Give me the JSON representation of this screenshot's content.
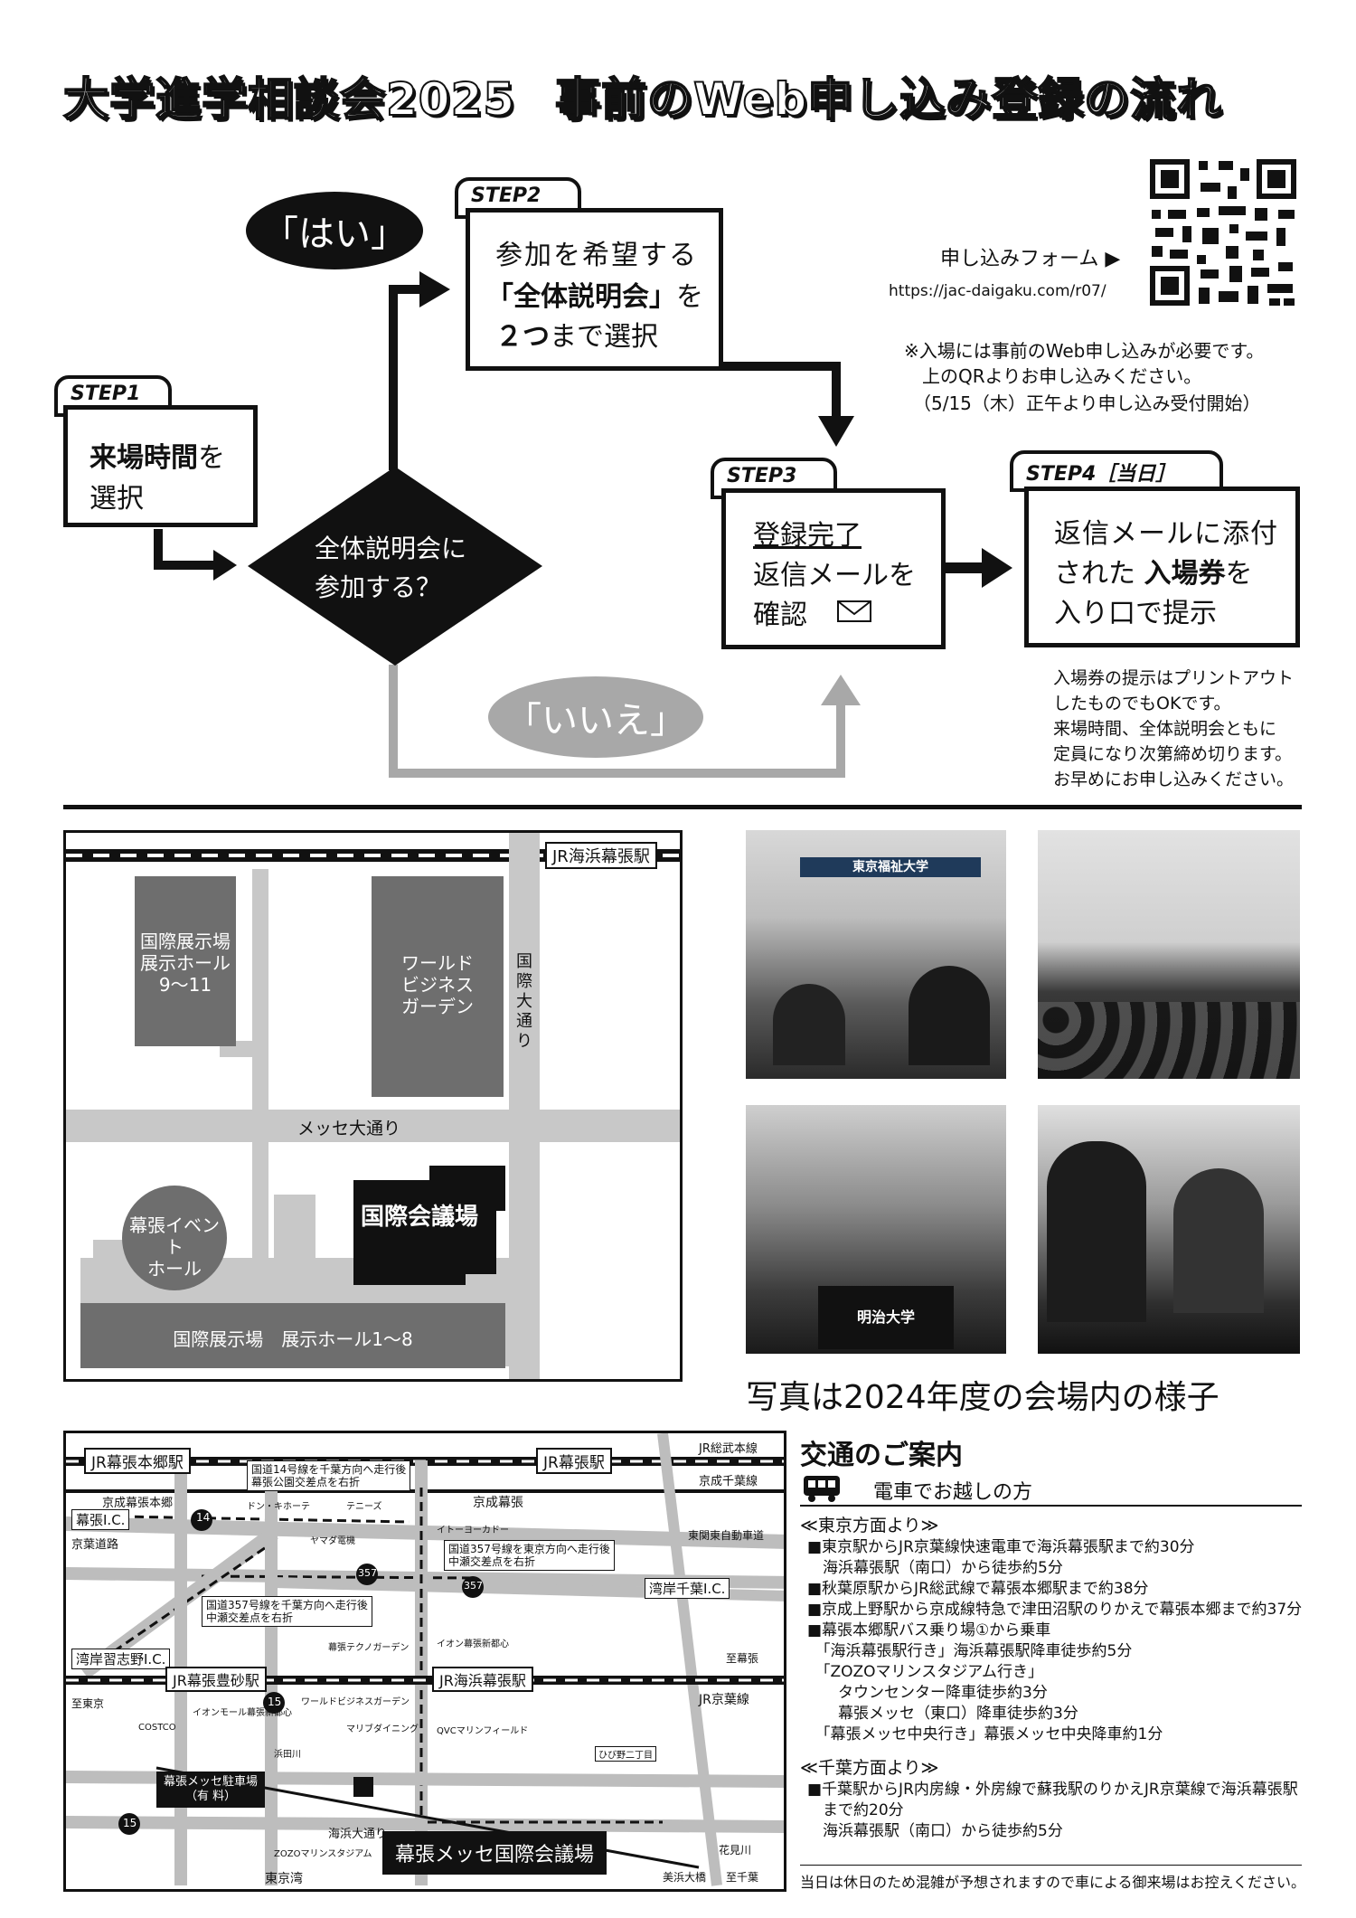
{
  "header": {
    "title_left": "大学進学相談会2025",
    "title_right": "事前のWeb申し込み登録の流れ"
  },
  "flow": {
    "step1": {
      "tab": "STEP1",
      "line1_bold": "来場時間",
      "line1_rest": "を",
      "line2": "選択"
    },
    "step2": {
      "tab": "STEP2",
      "line1": "参加を希望する",
      "line2_bold": "「全体説明会」",
      "line2_rest": "を",
      "line3_bold": "２つ",
      "line3_rest": "まで選択"
    },
    "step3": {
      "tab": "STEP3",
      "line1": "登録完了",
      "line2": "返信メールを",
      "line3": "確認"
    },
    "step4": {
      "tab": "STEP4［当日］",
      "line1": "返信メールに添付",
      "line2_a": "された",
      "line2_bold": "入場券",
      "line2_b": "を",
      "line3": "入り口で提示"
    },
    "decision": {
      "line1": "全体説明会に",
      "line2": "参加する？"
    },
    "yes": "「はい」",
    "no": "「いいえ」",
    "envelope_icon": "envelope-icon"
  },
  "form": {
    "label": "申し込みフォーム ▶",
    "url": "https://jac-daigaku.com/r07/",
    "note1": "※入場には事前のWeb申し込みが必要です。",
    "note2": "上のQRよりお申し込みください。",
    "note3": "（5/15（木）正午より申し込み受付開始）"
  },
  "ticket_note": {
    "line1": "入場券の提示はプリントアウト",
    "line2": "したものでもOKです。",
    "line3": "来場時間、全体説明会ともに",
    "line4": "定員になり次第締め切ります。",
    "line5": "お早めにお申し込みください。"
  },
  "venue_map": {
    "station": "JR海浜幕張駅",
    "hall_9_11": [
      "国際展示場",
      "展示ホール",
      "9〜11"
    ],
    "wbg": [
      "ワールド",
      "ビジネス",
      "ガーデン"
    ],
    "kokusai_road": "国際大通り",
    "messe_road": "メッセ大通り",
    "event_hall": [
      "幕張イベント",
      "ホール"
    ],
    "conference": "国際会議場",
    "hall_1_8": "国際展示場　展示ホール1〜8"
  },
  "photos": {
    "caption": "写真は2024年度の会場内の様子",
    "p1_sign": "東京福祉大学",
    "p4_logo": "明治大学"
  },
  "area_map": {
    "jr_makuhari_hongo": "JR幕張本郷駅",
    "jr_makuhari": "JR幕張駅",
    "jr_sobu": "JR総武本線",
    "keisei_chiba": "京成千葉線",
    "keisei_makuhari_hongo": "京成幕張本郷",
    "keisei_makuhari": "京成幕張",
    "r14_note": [
      "国道14号線を千葉方向へ走行後",
      "幕張公園交差点を右折"
    ],
    "r357_note1": [
      "国道357号線を東京方向へ走行後",
      "中瀬交差点を右折"
    ],
    "r357_note2": [
      "国道357号線を千葉方向へ走行後",
      "中瀬交差点を右折"
    ],
    "makuhari_ic": "幕張I.C.",
    "keiyo_road": "京葉道路",
    "higashikanto": "東関東自動車道",
    "anagawa_ic": "湾岸千葉I.C.",
    "wangan_ic": "湾岸習志野I.C.",
    "jr_shinmakuhari": "JR幕張豊砂駅",
    "jr_kaihin": "JR海浜幕張駅",
    "keiyo_line": "JR京葉線",
    "route14": "14",
    "route357": "357",
    "route15": "15",
    "parking": [
      "幕張メッセ駐車場",
      "（有 料）"
    ],
    "kaihin_road": "海浜大通り",
    "venue": "幕張メッセ国際会議場",
    "tokyo_bay": "東京湾",
    "mihama": "美浜大橋",
    "shirohama": "至幕張",
    "to_tokyo": "至東京",
    "to_chiba": "至千葉",
    "hanamigawa": "花見川",
    "landmarks": [
      "ドン・キホーテ",
      "テニーズ",
      "ヤマダ電機",
      "イトーヨーカドー",
      "イオン幕張新都心",
      "幕張テクノガーデン",
      "ワールドビジネスガーデン",
      "マリブダイニング",
      "QVCマリンフィールド",
      "イオンモール幕張新都心",
      "浜田川",
      "COSTCO",
      "ZOZOマリンスタジアム",
      "ひび野二丁目"
    ]
  },
  "access": {
    "title": "交通のご案内",
    "train_label": "電車でお越しの方",
    "tokyo_head": "≪東京方面より≫",
    "tokyo": [
      "■東京駅からJR京葉線快速電車で海浜幕張駅まで約30分",
      "　海浜幕張駅（南口）から徒歩約5分",
      "■秋葉原駅からJR総武線で幕張本郷駅まで約38分",
      "■京成上野駅から京成線特急で津田沼駅のりかえで幕張本郷まで約37分",
      "■幕張本郷駅バス乗り場①から乗車",
      "　「海浜幕張駅行き」海浜幕張駅降車徒歩約5分",
      "　「ZOZOマリンスタジアム行き」",
      "　　タウンセンター降車徒歩約3分",
      "　　幕張メッセ（東口）降車徒歩約3分",
      "　「幕張メッセ中央行き」幕張メッセ中央降車約1分"
    ],
    "chiba_head": "≪千葉方面より≫",
    "chiba": [
      "■千葉駅からJR内房線・外房線で蘇我駅のりかえJR京葉線で海浜幕張駅",
      "　まで約20分",
      "　海浜幕張駅（南口）から徒歩約5分"
    ],
    "holiday_note": "当日は休日のため混雑が予想されますので車による御来場はお控えください。",
    "train_icon": "train-icon"
  }
}
